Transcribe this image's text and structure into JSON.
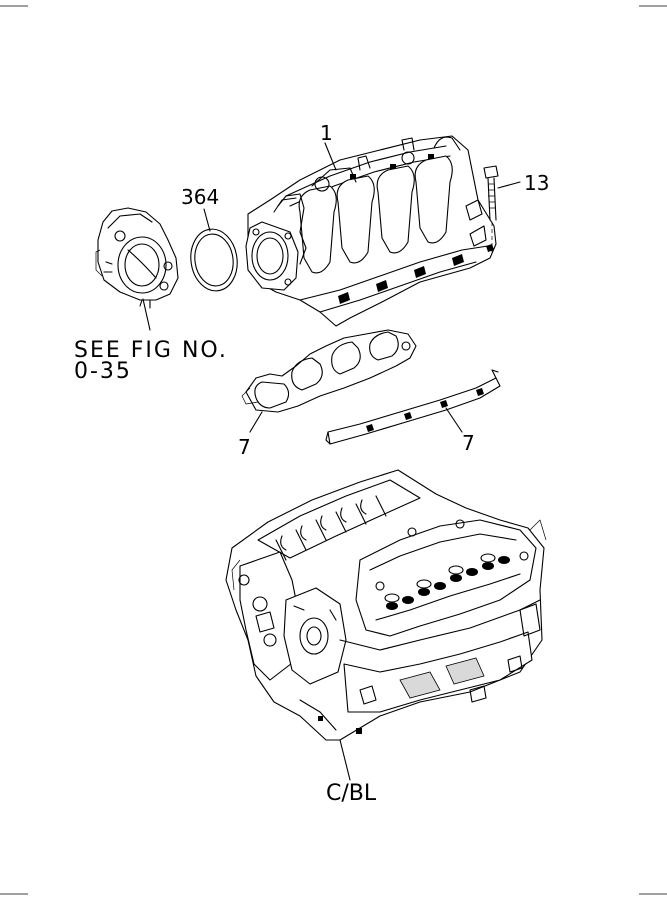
{
  "callouts": {
    "intake_manifold": "1",
    "bolt": "13",
    "o_ring": "364",
    "gasket_left": "7",
    "gasket_right": "7",
    "engine_block": "C/BL"
  },
  "reference": {
    "line1": "SEE FIG NO.",
    "line2": "0-35"
  },
  "colors": {
    "ink": "#000000",
    "paper": "#ffffff"
  }
}
